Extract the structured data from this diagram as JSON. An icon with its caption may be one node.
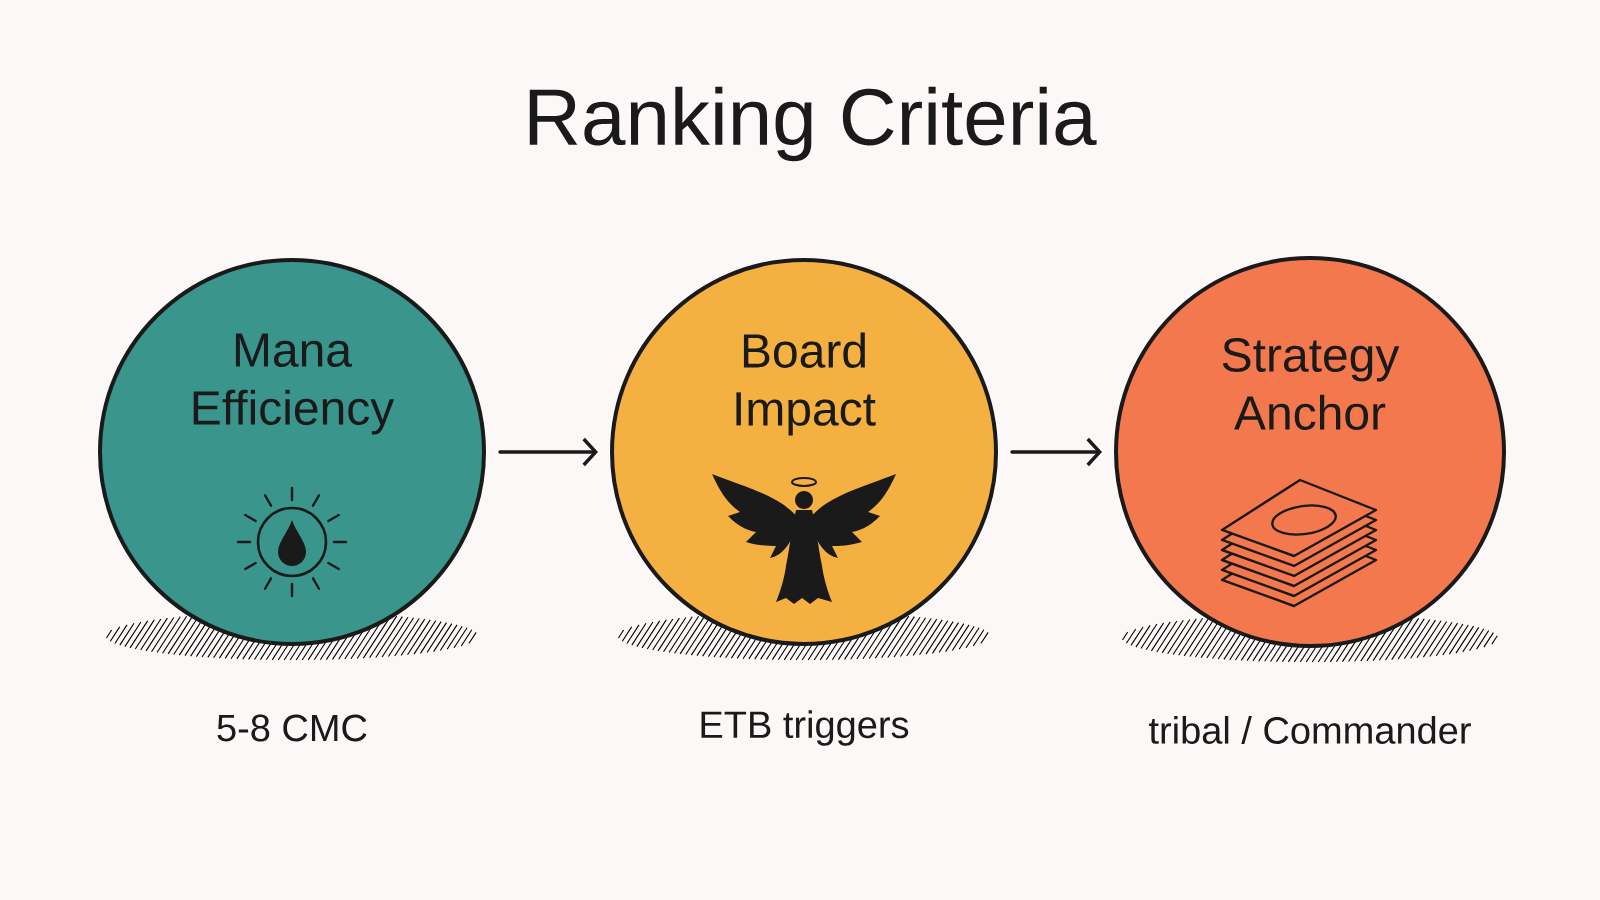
{
  "diagram": {
    "title": "Ranking Criteria",
    "nodes": [
      {
        "text": [
          "Mana Efficiency"
        ],
        "beside": [
          "5-8 CMC"
        ]
      },
      {
        "text": [
          "Board Impact"
        ],
        "beside": [
          "ETB triggers"
        ]
      },
      {
        "text": [
          "Strategy Anchor"
        ],
        "beside": [
          "tribal / Commander"
        ]
      }
    ],
    "edges": [
      {
        "from": 0,
        "to": 1,
        "arrow": "to"
      },
      {
        "from": 1,
        "to": 2,
        "arrow": "to"
      }
    ]
  }
}
